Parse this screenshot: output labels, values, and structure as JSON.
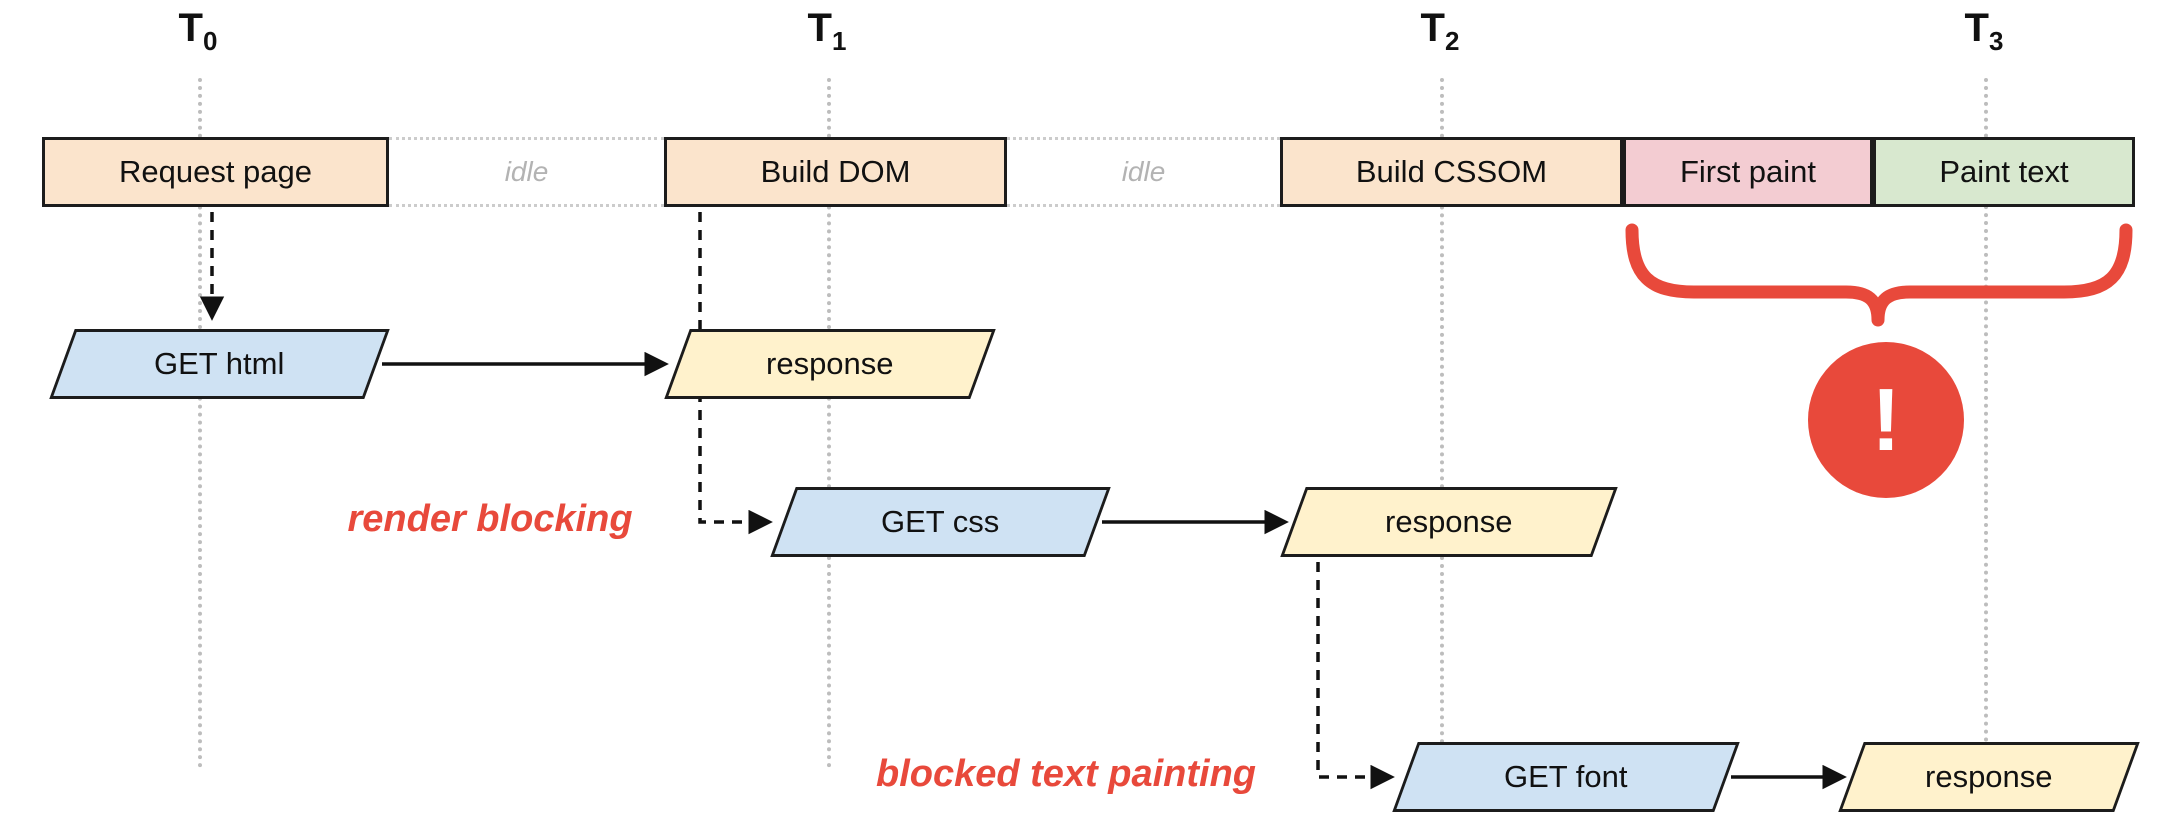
{
  "timeline": {
    "markers": [
      {
        "base": "T",
        "sub": "0"
      },
      {
        "base": "T",
        "sub": "1"
      },
      {
        "base": "T",
        "sub": "2"
      },
      {
        "base": "T",
        "sub": "3"
      }
    ]
  },
  "track": {
    "segments": [
      {
        "label": "Request page"
      },
      {
        "label": "idle"
      },
      {
        "label": "Build DOM"
      },
      {
        "label": "idle"
      },
      {
        "label": "Build CSSOM"
      },
      {
        "label": "First paint"
      },
      {
        "label": "Paint text"
      }
    ]
  },
  "flows": {
    "html": {
      "request": "GET html",
      "response": "response"
    },
    "css": {
      "request": "GET css",
      "response": "response"
    },
    "font": {
      "request": "GET font",
      "response": "response"
    }
  },
  "annotations": {
    "render_blocking": "render blocking",
    "blocked_text_painting": "blocked text painting",
    "exclamation": "!"
  },
  "colors": {
    "accent_red": "#e8493b",
    "peach": "#fbe4cc",
    "pink": "#f3ccd2",
    "green": "#d8e8cf",
    "blue": "#cfe2f3",
    "yellow": "#fff2cc",
    "border": "#1c1c1c",
    "dotted_gray": "#bdbdbd"
  }
}
